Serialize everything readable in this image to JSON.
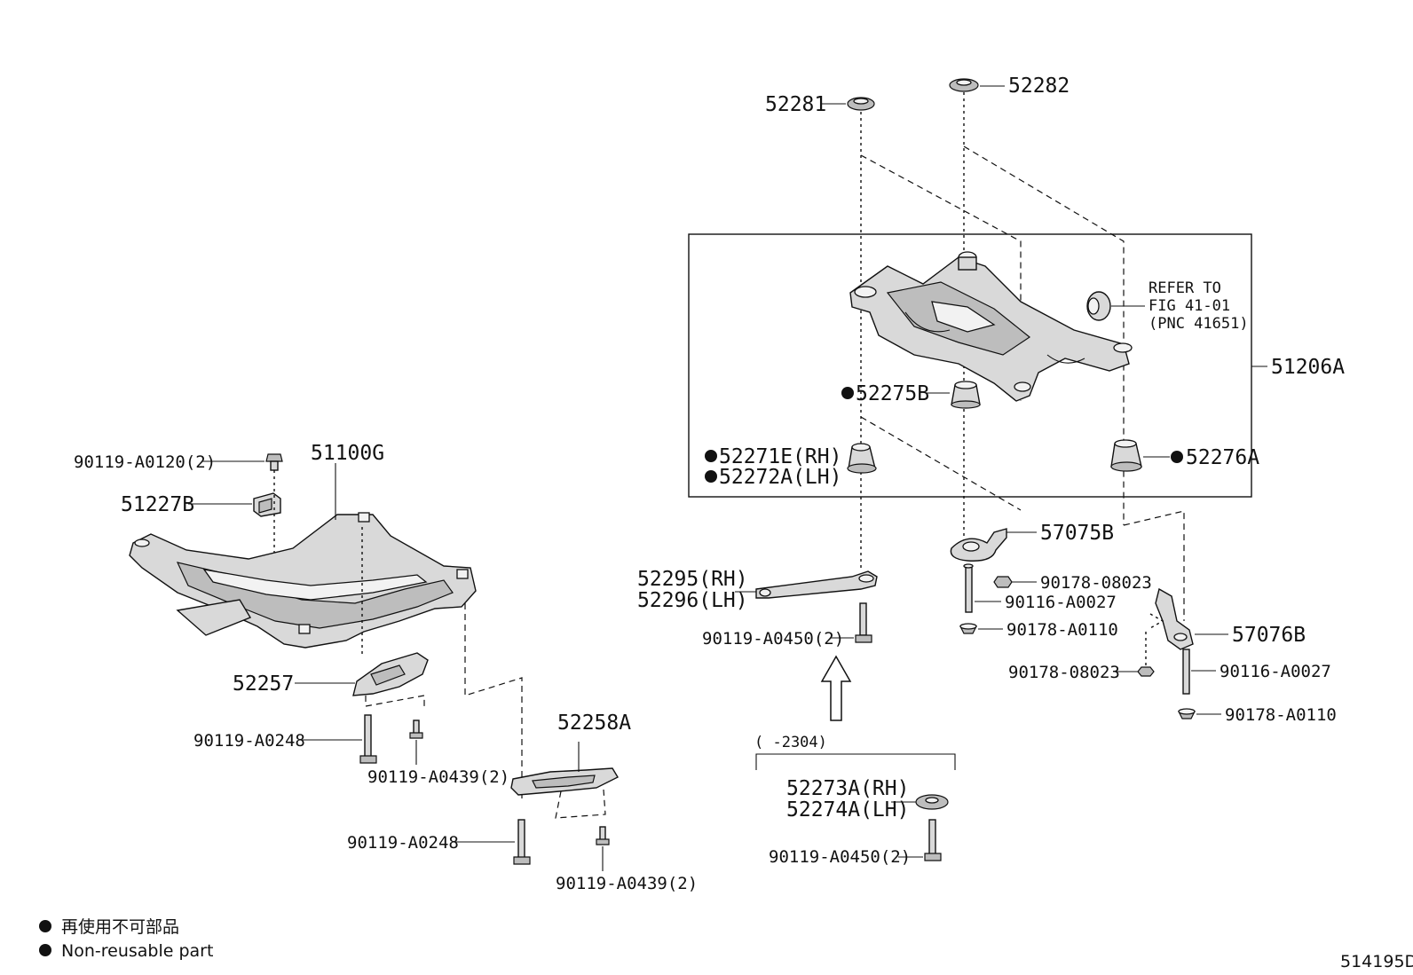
{
  "labels": {
    "p52281": "52281",
    "p52282": "52282",
    "refer1": "REFER TO",
    "refer2": "FIG 41-01",
    "refer3": "(PNC 41651)",
    "p51206A": "51206A",
    "p52275B": "52275B",
    "p52271E": "52271E(RH)",
    "p52272A": "52272A(LH)",
    "p52276A": "52276A",
    "p57075B": "57075B",
    "p90178_08023_a": "90178-08023",
    "p90116_A0027_a": "90116-A0027",
    "p90178_A0110_a": "90178-A0110",
    "p52295": "52295(RH)",
    "p52296": "52296(LH)",
    "p90119_A0450_a": "90119-A0450(2)",
    "p57076B": "57076B",
    "p90178_08023_b": "90178-08023",
    "p90116_A0027_b": "90116-A0027",
    "p90178_A0110_b": "90178-A0110",
    "p90119_A0120": "90119-A0120(2)",
    "p51100G": "51100G",
    "p51227B": "51227B",
    "p52257": "52257",
    "p90119_A0248_a": "90119-A0248",
    "p90119_A0439_a": "90119-A0439(2)",
    "p52258A": "52258A",
    "p90119_A0248_b": "90119-A0248",
    "p90119_A0439_b": "90119-A0439(2)",
    "range": "(      -2304)",
    "p52273A": "52273A(RH)",
    "p52274A": "52274A(LH)",
    "p90119_A0450_b": "90119-A0450(2)"
  },
  "legend": {
    "line1": "再使用不可部品",
    "line2": "Non-reusable part"
  },
  "figure_id": "514195D"
}
